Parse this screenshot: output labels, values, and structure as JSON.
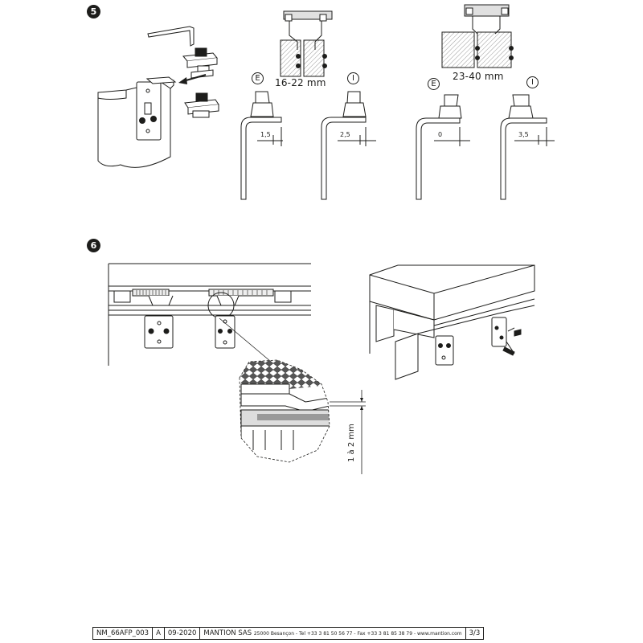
{
  "steps": {
    "step5": {
      "number": "5"
    },
    "step6": {
      "number": "6"
    }
  },
  "step5": {
    "group_thin": {
      "range": "16-22 mm"
    },
    "group_thick": {
      "range": "23-40 mm"
    },
    "labels": {
      "exterior": "E",
      "interior": "I"
    },
    "offsets": [
      "1,5",
      "2,5",
      "0",
      "3,5"
    ]
  },
  "step6": {
    "gap_label": "1 à 2 mm"
  },
  "footer": {
    "ref": "NM_66AFP_003",
    "revision": "A",
    "date": "09-2020",
    "company": "MANTION SAS",
    "contact": "25000 Besançon - Tel +33 3 81 50 56 77 - Fax +33 3 81 85 38 79 - www.mantion.com",
    "page": "3/3"
  },
  "colors": {
    "ink": "#1d1d1b",
    "hatch": "#b5b5b5",
    "light": "#e8e8e8"
  }
}
